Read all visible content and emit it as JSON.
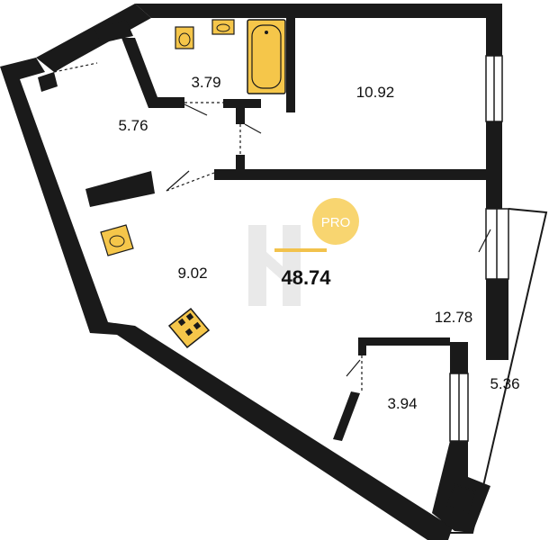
{
  "plan": {
    "total_area": "48.74",
    "badge": "PRO",
    "rooms": [
      {
        "id": "hall",
        "area": "5.76"
      },
      {
        "id": "bathroom",
        "area": "3.79"
      },
      {
        "id": "bedroom",
        "area": "10.92"
      },
      {
        "id": "kitchen",
        "area": "9.02"
      },
      {
        "id": "living",
        "area": "12.78"
      },
      {
        "id": "storage",
        "area": "3.94"
      },
      {
        "id": "balcony",
        "area": "5.36"
      }
    ]
  },
  "colors": {
    "wall": "#1a1a1a",
    "fixture": "#f5c64a",
    "badge": "#f7d060",
    "watermark": "#dcdcdc",
    "underline": "#f2c24c"
  }
}
